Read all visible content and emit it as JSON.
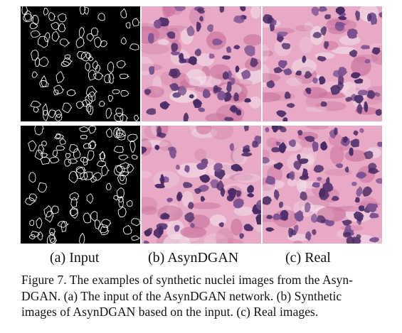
{
  "figure": {
    "column_labels": [
      "(a) Input",
      "(b) AsynDGAN",
      "(c) Real"
    ],
    "caption_lines": [
      "Figure 7. The examples of synthetic nuclei images from the Asyn-",
      "DGAN. (a) The input of the AsynDGAN network. (b) Synthetic",
      "images of AsynDGAN based on the input. (c) Real images."
    ]
  },
  "colors": {
    "mask_background": "#000000",
    "mask_contour": "#f2f2f2",
    "stroma": "#e7a9c6",
    "stroma_dark": "#c96f9d",
    "nucleus": "#4a2a66",
    "nucleus_light": "#7a4f8f",
    "background_light": "#f3e2ec"
  }
}
